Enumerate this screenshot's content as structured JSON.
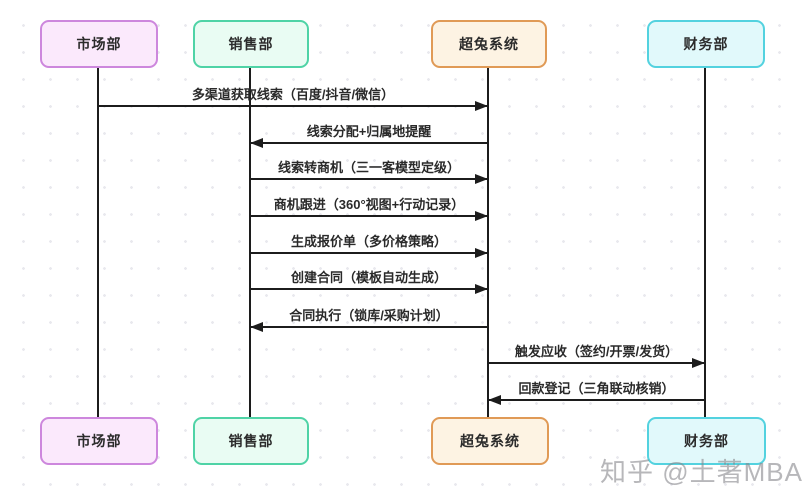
{
  "diagram_type": "sequence",
  "actors": [
    {
      "id": "marketing",
      "label": "市场部",
      "fill": "#fbe9fc",
      "border": "#cd87dd"
    },
    {
      "id": "sales",
      "label": "销售部",
      "fill": "#e9fcf3",
      "border": "#4fd3a6"
    },
    {
      "id": "chaotu",
      "label": "超兔系统",
      "fill": "#fdf3e3",
      "border": "#e09a56"
    },
    {
      "id": "finance",
      "label": "财务部",
      "fill": "#e1f9fb",
      "border": "#53d2df"
    }
  ],
  "messages": [
    {
      "from": "市场部",
      "to": "超兔系统",
      "direction": "right",
      "label": "多渠道获取线索（百度/抖音/微信）"
    },
    {
      "from": "超兔系统",
      "to": "销售部",
      "direction": "left",
      "label": "线索分配+归属地提醒"
    },
    {
      "from": "销售部",
      "to": "超兔系统",
      "direction": "right",
      "label": "线索转商机（三一客模型定级）"
    },
    {
      "from": "销售部",
      "to": "超兔系统",
      "direction": "right",
      "label": "商机跟进（360°视图+行动记录）"
    },
    {
      "from": "销售部",
      "to": "超兔系统",
      "direction": "right",
      "label": "生成报价单（多价格策略）"
    },
    {
      "from": "销售部",
      "to": "超兔系统",
      "direction": "right",
      "label": "创建合同（模板自动生成）"
    },
    {
      "from": "超兔系统",
      "to": "销售部",
      "direction": "left",
      "label": "合同执行（锁库/采购计划）"
    },
    {
      "from": "超兔系统",
      "to": "财务部",
      "direction": "right",
      "label": "触发应收（签约/开票/发货）"
    },
    {
      "from": "财务部",
      "to": "超兔系统",
      "direction": "left",
      "label": "回款登记（三角联动核销）"
    }
  ],
  "watermark": "知乎 @土著MBA",
  "line_color": "#1c1c1c"
}
